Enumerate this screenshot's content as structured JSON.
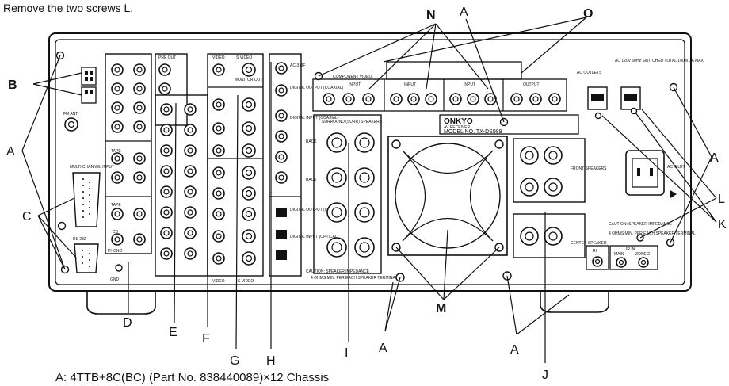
{
  "instruction": "Remove the two screws L.",
  "footnote": "A: 4TTB+8C(BC) (Part No. 838440089)×12 Chassis",
  "callouts": {
    "A": "A",
    "B": "B",
    "C": "C",
    "D": "D",
    "E": "E",
    "F": "F",
    "G": "G",
    "H": "H",
    "I": "I",
    "J": "J",
    "K": "K",
    "L": "L",
    "M": "M",
    "N": "N",
    "O": "O"
  },
  "panel": {
    "brand": "ONKYO",
    "subtitle": "AV RECEIVER",
    "model": "MODEL NO. TX-DS989",
    "component_video": "COMPONENT VIDEO",
    "input_label": "INPUT",
    "output_label": "OUTPUT",
    "ac_outlets": "AC OUTLETS",
    "ac_rating": "AC 120V 60Hz SWITCHED TOTAL 100W 1A MAX",
    "ac_inlet": "AC INLET",
    "front_speakers": "FRONT SPEAKERS",
    "center_speaker": "CENTER SPEAKER",
    "surround_speakers": "SURROUND (SURR) SPEAKERS",
    "back_label": "BACK",
    "caution_right": "CAUTION: SPEAKER IMPEDANCE",
    "caution_right_sub": "4 OHMS MIN. PER EACH SPEAKER TERMINAL",
    "caution_surround": "CAUTION: SPEAKER IMPEDANCE",
    "caution_surround_sub": "4 OHMS MIN. PER EACH SPEAKER TERMINAL",
    "ri": "RI",
    "ir_in": "IR IN",
    "main": "MAIN",
    "zone2": "ZONE 2",
    "ac3_rf": "AC-3 RF",
    "digital_output_coaxial": "DIGITAL OUTPUT (COAXIAL)",
    "digital_input_coaxial": "DIGITAL INPUT (COAXIAL)",
    "digital_output_optical": "DIGITAL OUTPUT (OPTICAL)",
    "digital_input_optical": "DIGITAL INPUT (OPTICAL)",
    "pre_out": "PRE OUT",
    "video": "VIDEO",
    "s_video": "S VIDEO",
    "monitor_out": "MONITOR OUT",
    "tape": "TAPE",
    "cd": "CD",
    "phono": "PHONO",
    "gnd": "GND",
    "rs232": "RS 232",
    "multi_ch": "MULTI CHANNEL INPUT",
    "fm_ant": "FM ANT"
  }
}
